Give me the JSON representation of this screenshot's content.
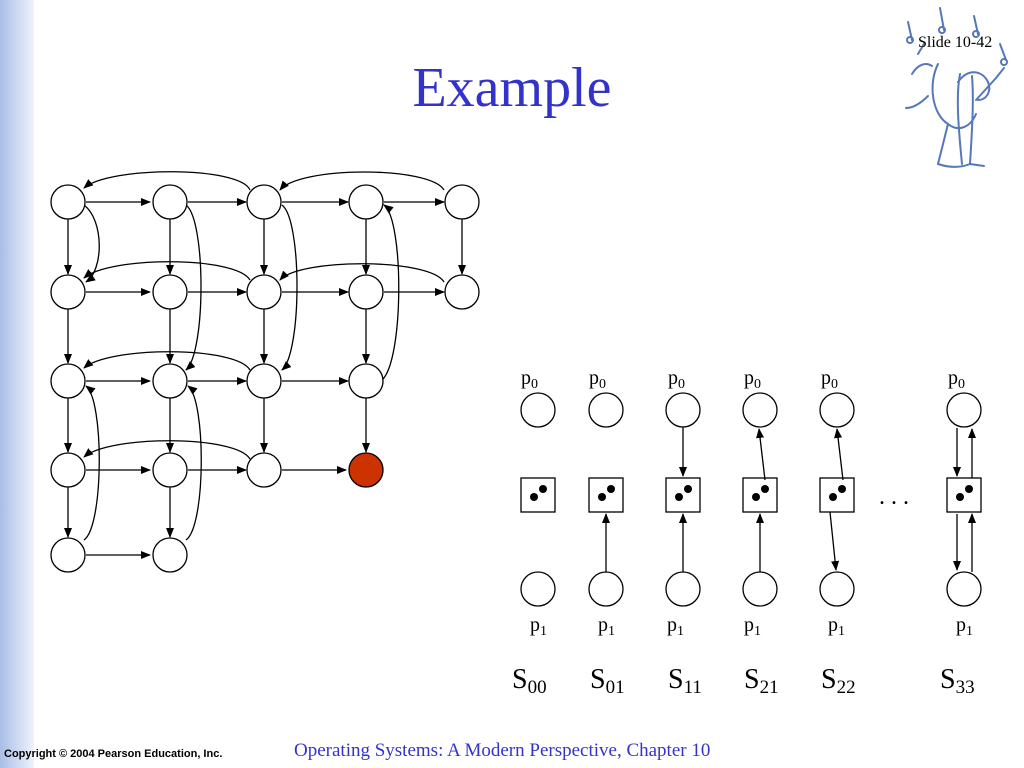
{
  "slide": {
    "number_label": "Slide 10-42",
    "title": "Example",
    "copyright": "Copyright © 2004 Pearson Education, Inc.",
    "footer": "Operating Systems: A Modern Perspective, Chapter 10"
  },
  "colors": {
    "title": "#3333cc",
    "highlight_node": "#cc3300",
    "node_fill": "#ffffff",
    "stroke": "#000000"
  },
  "states": [
    {
      "top": "p",
      "top_sub": "0",
      "bottom": "p",
      "bottom_sub": "1",
      "name": "S",
      "name_sub": "00"
    },
    {
      "top": "p",
      "top_sub": "0",
      "bottom": "p",
      "bottom_sub": "1",
      "name": "S",
      "name_sub": "01"
    },
    {
      "top": "p",
      "top_sub": "0",
      "bottom": "p",
      "bottom_sub": "1",
      "name": "S",
      "name_sub": "11"
    },
    {
      "top": "p",
      "top_sub": "0",
      "bottom": "p",
      "bottom_sub": "1",
      "name": "S",
      "name_sub": "21"
    },
    {
      "top": "p",
      "top_sub": "0",
      "bottom": "p",
      "bottom_sub": "1",
      "name": "S",
      "name_sub": "22"
    },
    {
      "top": "p",
      "top_sub": "0",
      "bottom": "p",
      "bottom_sub": "1",
      "name": "S",
      "name_sub": "33"
    }
  ],
  "ellipsis": ". . ."
}
